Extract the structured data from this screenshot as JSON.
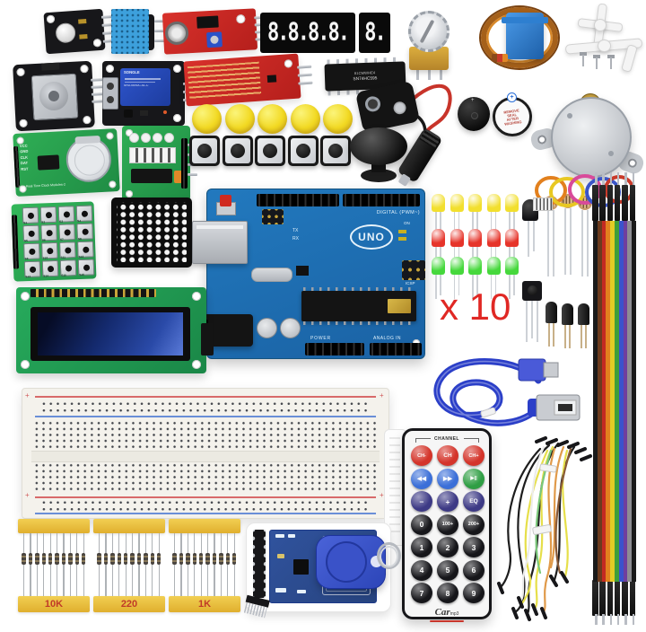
{
  "background": "#ffffff",
  "displays": {
    "four_digit": "8.8.8.8.",
    "one_digit": "8."
  },
  "ic_chip": {
    "line1": "81CMWHE4",
    "line2": "SN74HC595"
  },
  "relay": {
    "brand": "SONGLE",
    "model": "SRD-05VDC-SL-C"
  },
  "rtc": {
    "pin_labels": [
      "VCC",
      "GND",
      "CLK",
      "DAT",
      "RST"
    ],
    "caption": "Mini Real Time Clock Modules-2"
  },
  "buzzer": {
    "polarity": "+"
  },
  "piezo": {
    "polarity": "+",
    "seal_lines": [
      "REMOVE",
      "SEAL",
      "AFTER",
      "WASHING"
    ]
  },
  "arduino": {
    "logo": "UNO",
    "digital_label": "DIGITAL (PWM~)",
    "power_label": "POWER",
    "analog_label": "ANALOG IN",
    "tx": "TX",
    "rx": "RX",
    "on": "ON",
    "icsp_label": "ICSP"
  },
  "led_pack": {
    "multiplier": "x 10",
    "per_row": 5,
    "rows": [
      {
        "name": "yellow",
        "color": "#f2df2e"
      },
      {
        "name": "red",
        "color": "#e6342a"
      },
      {
        "name": "green",
        "color": "#46d83c"
      }
    ]
  },
  "button_caps": {
    "count": 5,
    "color": "#f2d922"
  },
  "push_buttons": {
    "count": 5
  },
  "keypad": {
    "keys": [
      "S1",
      "S2",
      "S3",
      "S4",
      "S5",
      "S6",
      "S7",
      "S8",
      "S9",
      "S10",
      "S11",
      "S12",
      "S13",
      "S14",
      "S15",
      "S16"
    ]
  },
  "breadboard": {
    "plus_label": "+"
  },
  "ribbon": {
    "connectors": 6,
    "stripes": [
      "#1a1a1a",
      "#6b3b1e",
      "#c32a22",
      "#e2811e",
      "#e3cc25",
      "#3f9e3a",
      "#3a53cc",
      "#6f3f9e",
      "#8d8d93",
      "#1a1a1a"
    ]
  },
  "remote": {
    "channel_label": "CHANNEL",
    "logo": "Car",
    "logo_sub": "mp3",
    "rows": [
      [
        {
          "label": "CH-",
          "color": "#d4342a"
        },
        {
          "label": "CH",
          "color": "#d4342a"
        },
        {
          "label": "CH+",
          "color": "#d4342a"
        }
      ],
      [
        {
          "label": "◀◀",
          "color": "#3b6fd8"
        },
        {
          "label": "▶▶",
          "color": "#3b6fd8"
        },
        {
          "label": "▶||",
          "color": "#2f9e44"
        }
      ],
      [
        {
          "label": "−",
          "color": "#3d3a85"
        },
        {
          "label": "+",
          "color": "#3d3a85"
        },
        {
          "label": "EQ",
          "color": "#3d3a85"
        }
      ],
      [
        {
          "label": "0",
          "color": "#16161a"
        },
        {
          "label": "100+",
          "color": "#16161a"
        },
        {
          "label": "200+",
          "color": "#16161a"
        }
      ],
      [
        {
          "label": "1",
          "color": "#16161a"
        },
        {
          "label": "2",
          "color": "#16161a"
        },
        {
          "label": "3",
          "color": "#16161a"
        }
      ],
      [
        {
          "label": "4",
          "color": "#16161a"
        },
        {
          "label": "5",
          "color": "#16161a"
        },
        {
          "label": "6",
          "color": "#16161a"
        }
      ],
      [
        {
          "label": "7",
          "color": "#16161a"
        },
        {
          "label": "8",
          "color": "#16161a"
        },
        {
          "label": "9",
          "color": "#16161a"
        }
      ]
    ]
  },
  "resistors": {
    "strips": [
      {
        "label": "10K",
        "count": 10
      },
      {
        "label": "220",
        "count": 10
      },
      {
        "label": "1K",
        "count": 10
      }
    ]
  }
}
